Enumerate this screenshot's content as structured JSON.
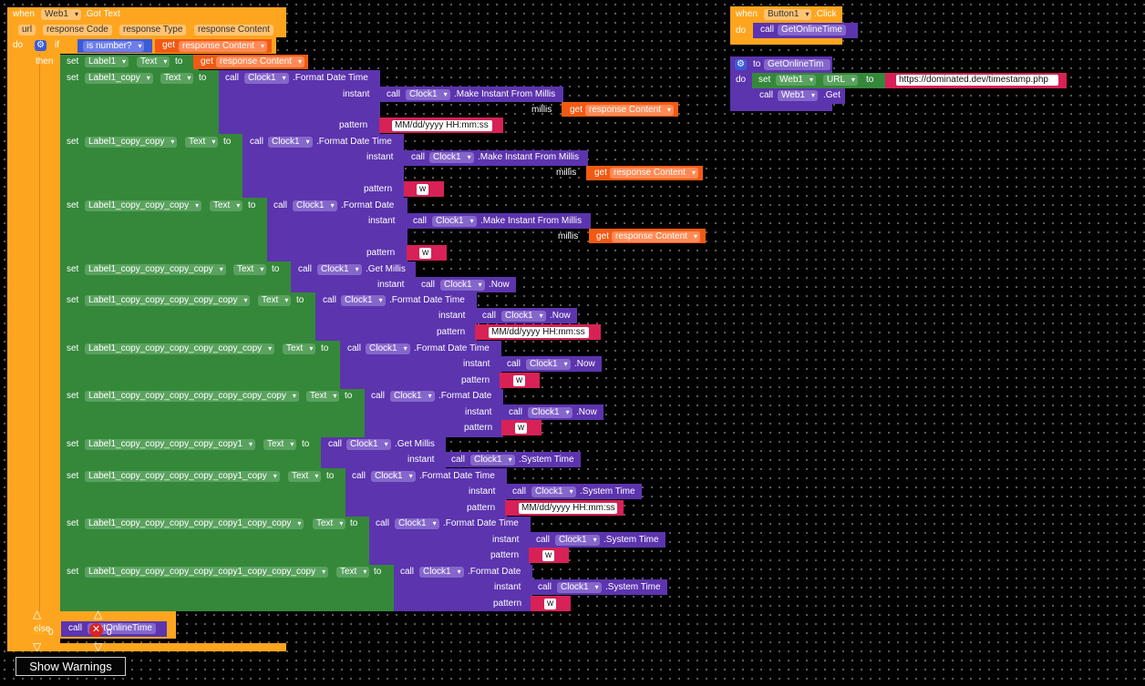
{
  "event1": {
    "when": "when",
    "component": "Web1",
    "event": ".Got Text",
    "params": [
      "url",
      "response Code",
      "response Type",
      "response Content"
    ],
    "do": "do",
    "if": "if",
    "then": "then",
    "else": "else",
    "is_number": "is number?",
    "get": "get",
    "response_content": "response Content",
    "call": "call",
    "set": "set",
    "to": "to",
    "else_call": "call",
    "else_proc": "GetOnlineTime"
  },
  "kw": {
    "call": "call",
    "set": "set",
    "to": "to",
    "get": "get",
    "instant": "instant",
    "millis": "millis",
    "pattern": "pattern",
    "text": "Text",
    "clock": "Clock1"
  },
  "rows": [
    {
      "label": "Label1",
      "method": "",
      "value": "response Content"
    },
    {
      "label": "Label1_copy",
      "method": ".Format Date Time",
      "inner": ".Make Instant From Millis",
      "pattern": "MM/dd/yyyy HH:mm:ss"
    },
    {
      "label": "Label1_copy_copy",
      "method": ".Format Date Time",
      "inner": ".Make Instant From Millis",
      "pattern": "w"
    },
    {
      "label": "Label1_copy_copy_copy",
      "method": ".Format Date",
      "inner": ".Make Instant From Millis",
      "pattern": "w"
    },
    {
      "label": "Label1_copy_copy_copy_copy",
      "method": ".Get Millis",
      "inner": ".Now"
    },
    {
      "label": "Label1_copy_copy_copy_copy_copy",
      "method": ".Format Date Time",
      "inner": ".Now",
      "pattern": "MM/dd/yyyy HH:mm:ss"
    },
    {
      "label": "Label1_copy_copy_copy_copy_copy_copy",
      "method": ".Format Date Time",
      "inner": ".Now",
      "pattern": "w"
    },
    {
      "label": "Label1_copy_copy_copy_copy_copy_copy_copy",
      "method": ".Format Date",
      "inner": ".Now",
      "pattern": "w"
    },
    {
      "label": "Label1_copy_copy_copy_copy_copy1",
      "method": ".Get Millis",
      "inner": ".System Time"
    },
    {
      "label": "Label1_copy_copy_copy_copy_copy1_copy",
      "method": ".Format Date Time",
      "inner": ".System Time",
      "pattern": "MM/dd/yyyy HH:mm:ss"
    },
    {
      "label": "Label1_copy_copy_copy_copy_copy1_copy_copy",
      "method": ".Format Date Time",
      "inner": ".System Time",
      "pattern": "w"
    },
    {
      "label": "Label1_copy_copy_copy_copy_copy1_copy_copy_copy",
      "method": ".Format Date",
      "inner": ".System Time",
      "pattern": "w"
    }
  ],
  "event2": {
    "when": "when",
    "component": "Button1",
    "event": ".Click",
    "do": "do",
    "call": "call",
    "proc": "GetOnlineTime"
  },
  "procedure": {
    "to": "to",
    "name": "GetOnlineTim",
    "do": "do",
    "set": "set",
    "component": "Web1",
    "property": "URL",
    "to2": "to",
    "url": "https://dominated.dev/timestamp.php",
    "call": "call",
    "method": ".Get"
  },
  "warnings": {
    "warn_count": "0",
    "error_count": "0"
  },
  "show_warnings": "Show Warnings"
}
